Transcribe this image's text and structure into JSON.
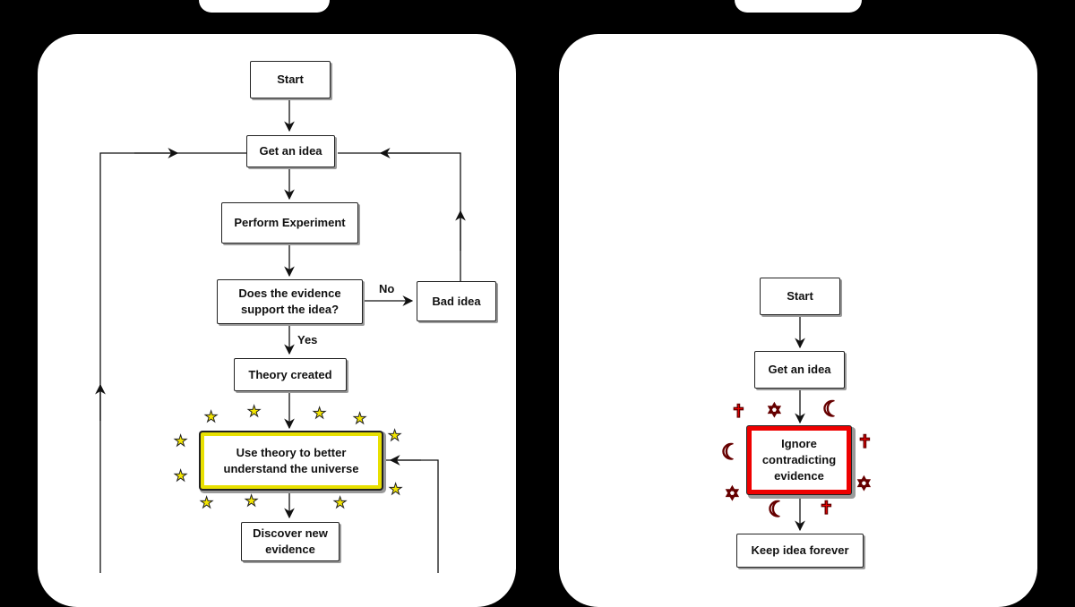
{
  "left_flowchart": {
    "start": "Start",
    "get_idea": "Get an idea",
    "experiment": "Perform Experiment",
    "question": "Does the evidence support the idea?",
    "no_label": "No",
    "bad_idea": "Bad idea",
    "yes_label": "Yes",
    "theory": "Theory created",
    "understand": "Use theory to better understand the universe",
    "discover": "Discover new evidence"
  },
  "right_flowchart": {
    "start": "Start",
    "get_idea": "Get an idea",
    "ignore": "Ignore contradicting evidence",
    "keep": "Keep idea forever"
  },
  "decorations": {
    "yellow_stars": "star-icon",
    "red_symbols": [
      "cross-icon",
      "star-of-david-icon",
      "crescent-icon"
    ],
    "colors": {
      "highlight_yellow": "#e8e000",
      "highlight_red": "#e00000",
      "background": "#000000"
    }
  }
}
